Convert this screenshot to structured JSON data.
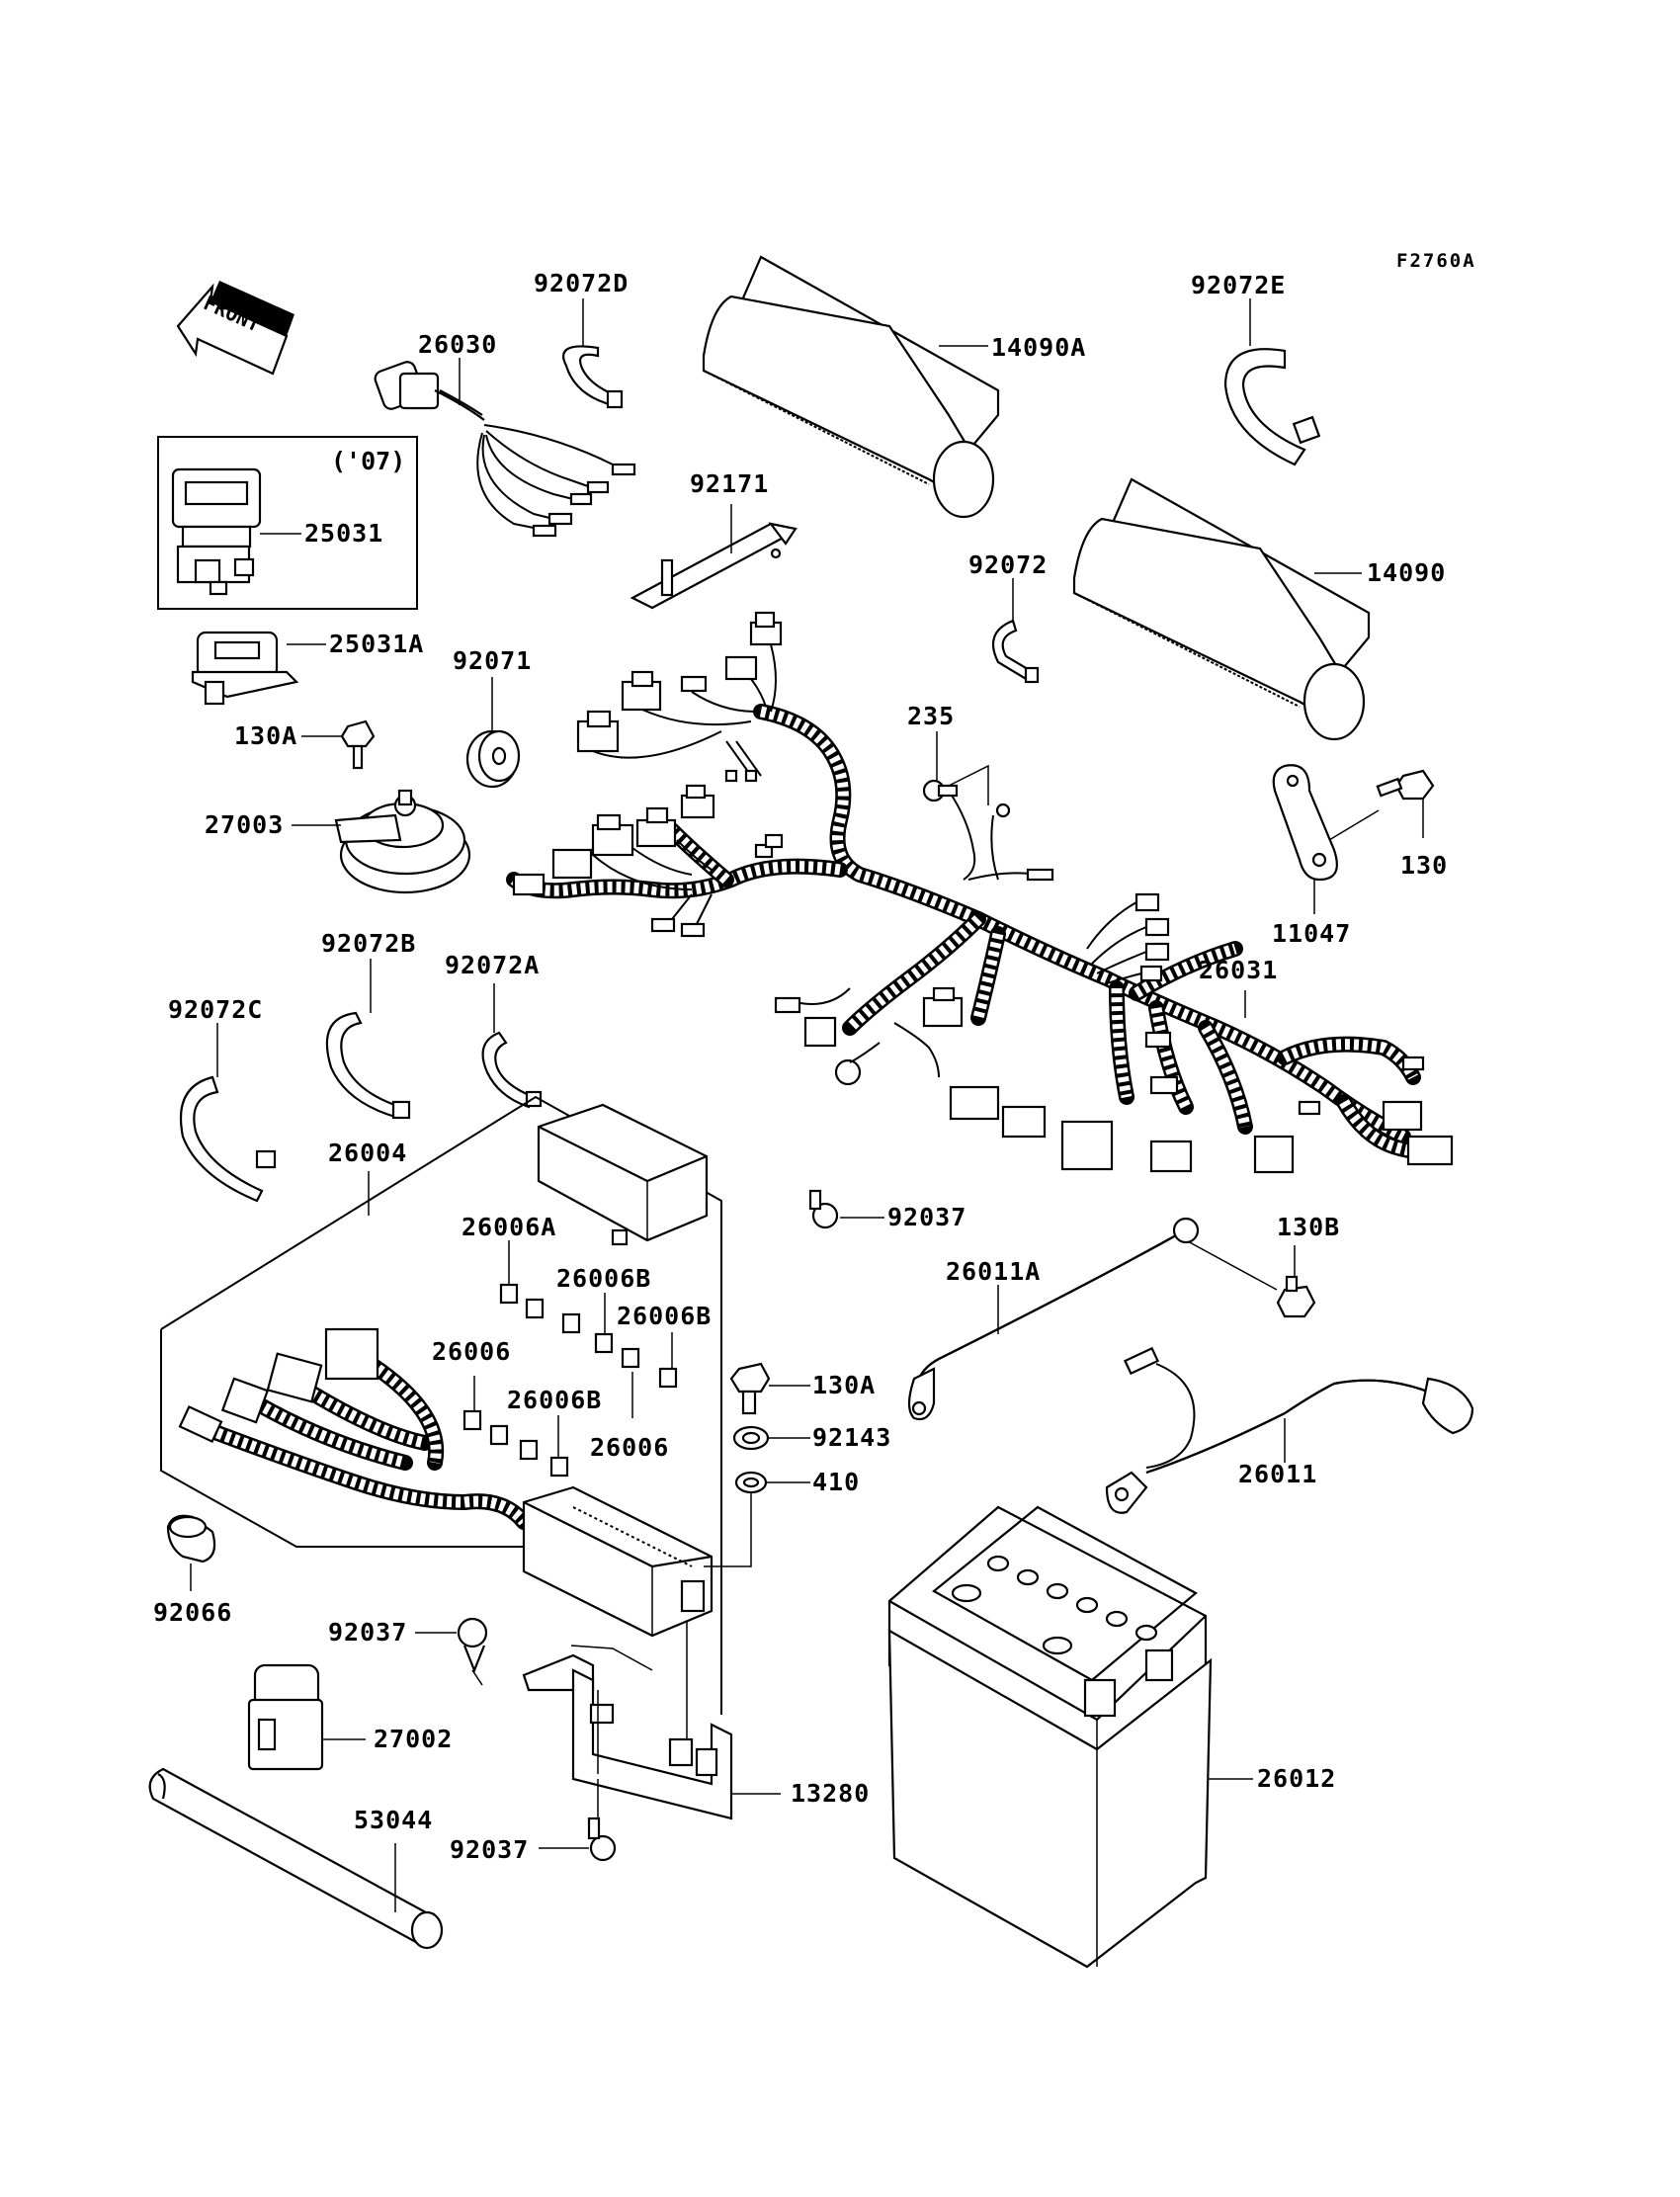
{
  "figure_code": "F2760A",
  "front_label": "FRONT",
  "inset_note": "('07)",
  "labels": {
    "p92072D": "92072D",
    "p26030": "26030",
    "p14090A": "14090A",
    "p92072E": "92072E",
    "p25031": "25031",
    "p92171": "92171",
    "p92072": "92072",
    "p14090": "14090",
    "p25031A": "25031A",
    "p92071": "92071",
    "p130A_top": "130A",
    "p235": "235",
    "p27003": "27003",
    "p130": "130",
    "p11047": "11047",
    "p92072B": "92072B",
    "p92072A": "92072A",
    "p26031": "26031",
    "p92072C": "92072C",
    "p26004": "26004",
    "p92037_mid": "92037",
    "p26006A": "26006A",
    "p130B": "130B",
    "p26006B_1": "26006B",
    "p26011A": "26011A",
    "p26006B_2": "26006B",
    "p26006_1": "26006",
    "p130A_mid": "130A",
    "p26006B_3": "26006B",
    "p92143": "92143",
    "p26006_2": "26006",
    "p26011": "26011",
    "p410": "410",
    "p92066": "92066",
    "p92037_lower": "92037",
    "p27002": "27002",
    "p26012": "26012",
    "p13280": "13280",
    "p53044": "53044",
    "p92037_bottom": "92037"
  }
}
